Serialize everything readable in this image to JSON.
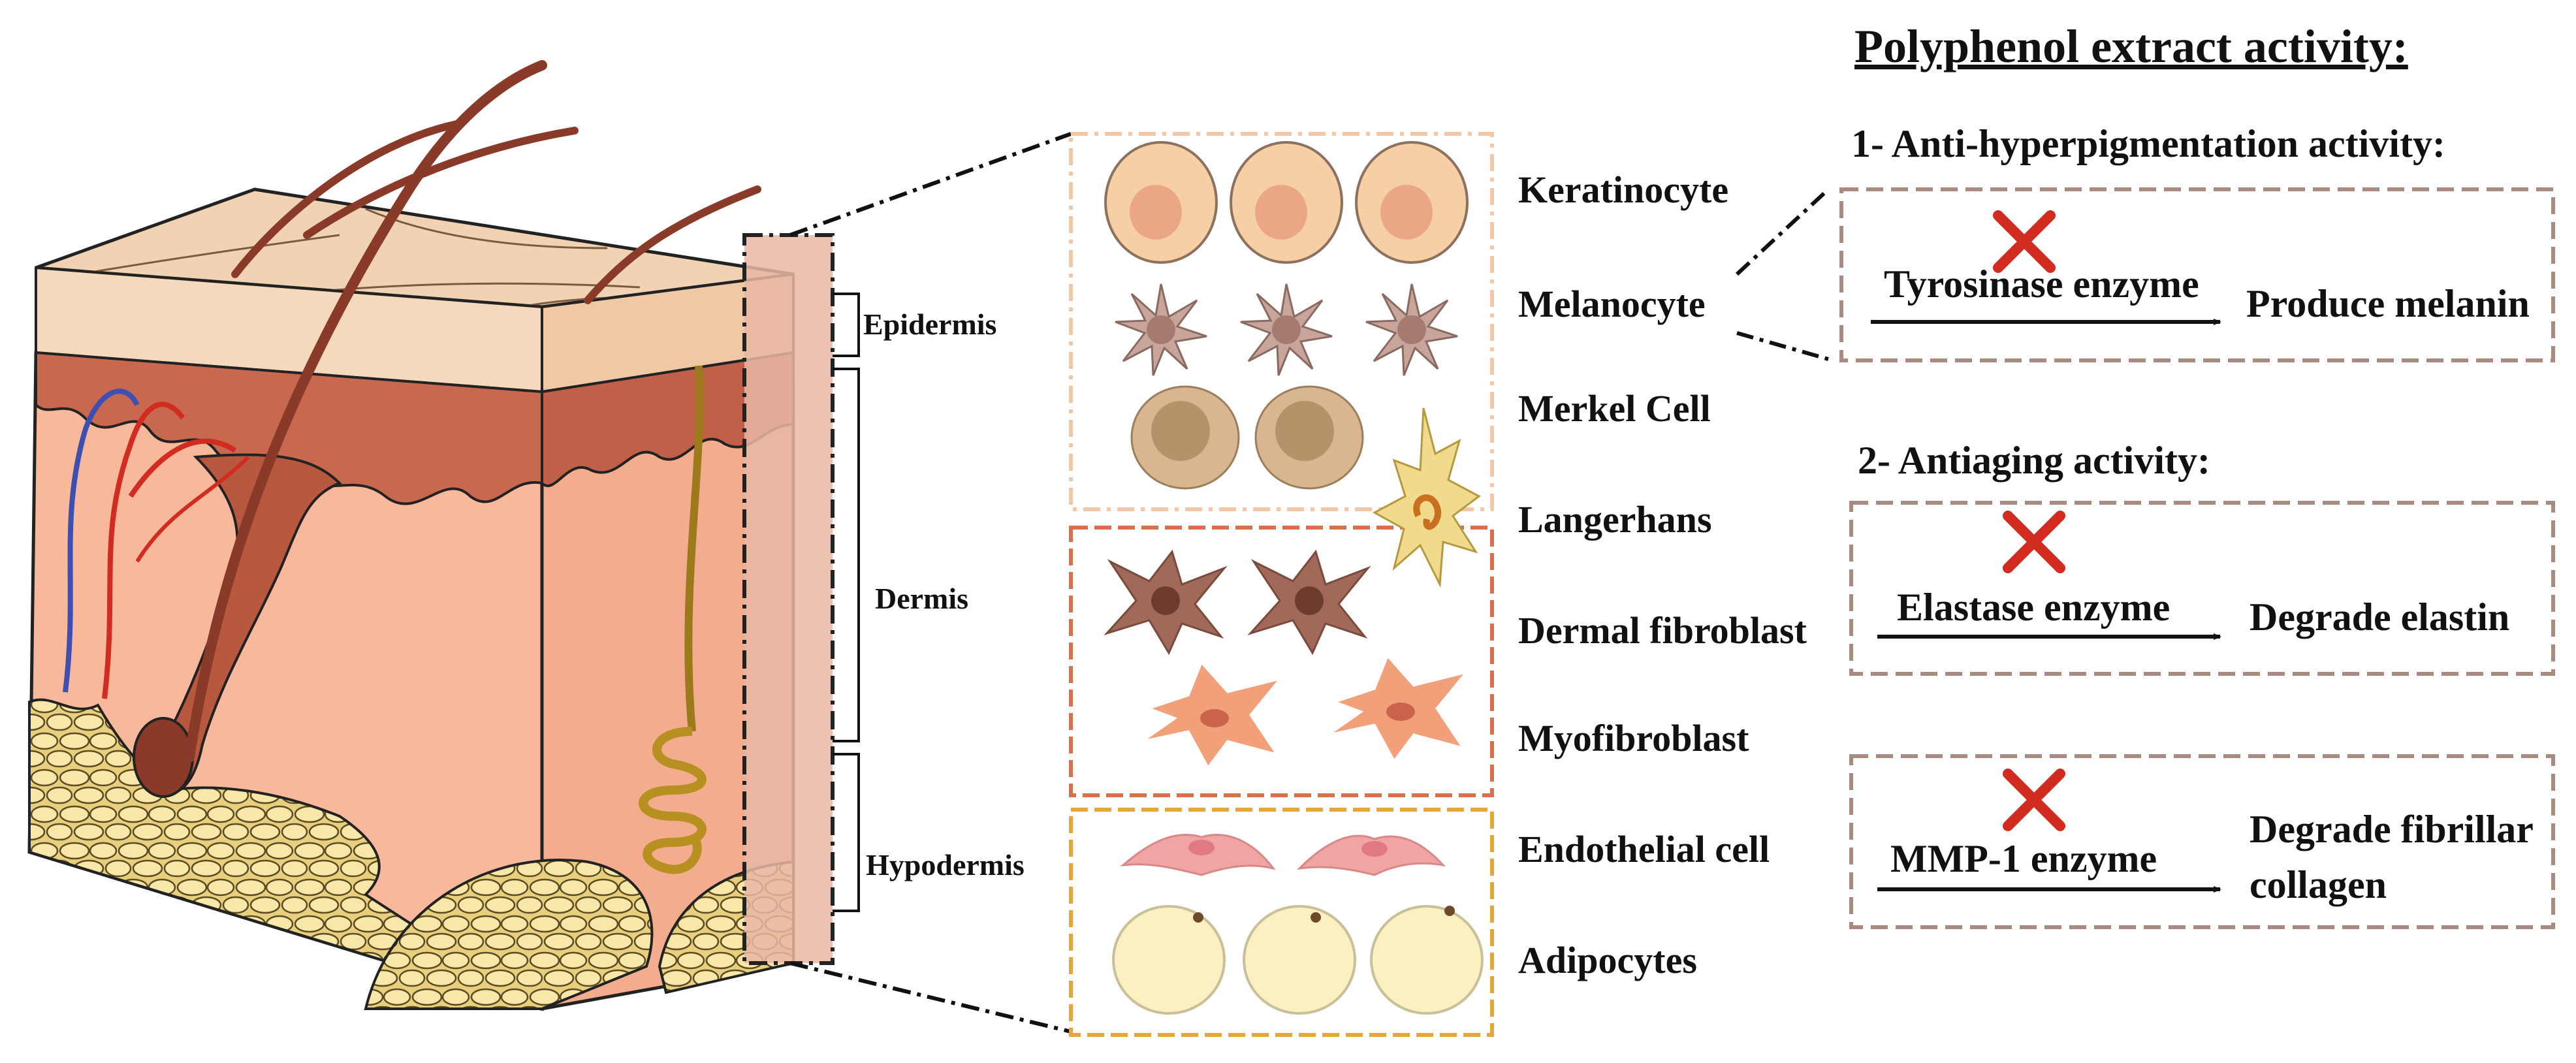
{
  "colors": {
    "skin_surface": "#f1d3b4",
    "epidermis": "#c8694f",
    "dermis": "#f7b89b",
    "fat": "#f2dd95",
    "hair": "#8a3a28",
    "inhibit": "#d22b1f",
    "panel_border": "#a88a80",
    "box_epidermis": "#f2c8a8",
    "box_dermis": "#d9704a",
    "box_hypodermis": "#e8a63a"
  },
  "skin_layers": [
    {
      "label": "Epidermis"
    },
    {
      "label": "Dermis"
    },
    {
      "label": "Hypodermis"
    }
  ],
  "cell_types": [
    {
      "label": "Keratinocyte"
    },
    {
      "label": "Melanocyte"
    },
    {
      "label": "Merkel Cell"
    },
    {
      "label": "Langerhans"
    },
    {
      "label": "Dermal fibroblast"
    },
    {
      "label": "Myofibroblast"
    },
    {
      "label": "Endothelial cell"
    },
    {
      "label": "Adipocytes"
    }
  ],
  "activity": {
    "title": "Polyphenol extract activity:",
    "sections": [
      {
        "heading": "1- Anti-hyperpigmentation activity:",
        "enzyme": "Tyrosinase enzyme",
        "effect": [
          "Produce melanin"
        ]
      },
      {
        "heading": "2- Antiaging activity:",
        "enzyme": "Elastase enzyme",
        "effect": [
          "Degrade elastin"
        ]
      },
      {
        "heading": "",
        "enzyme": "MMP-1 enzyme",
        "effect": [
          "Degrade fibrillar",
          "collagen"
        ]
      }
    ]
  }
}
